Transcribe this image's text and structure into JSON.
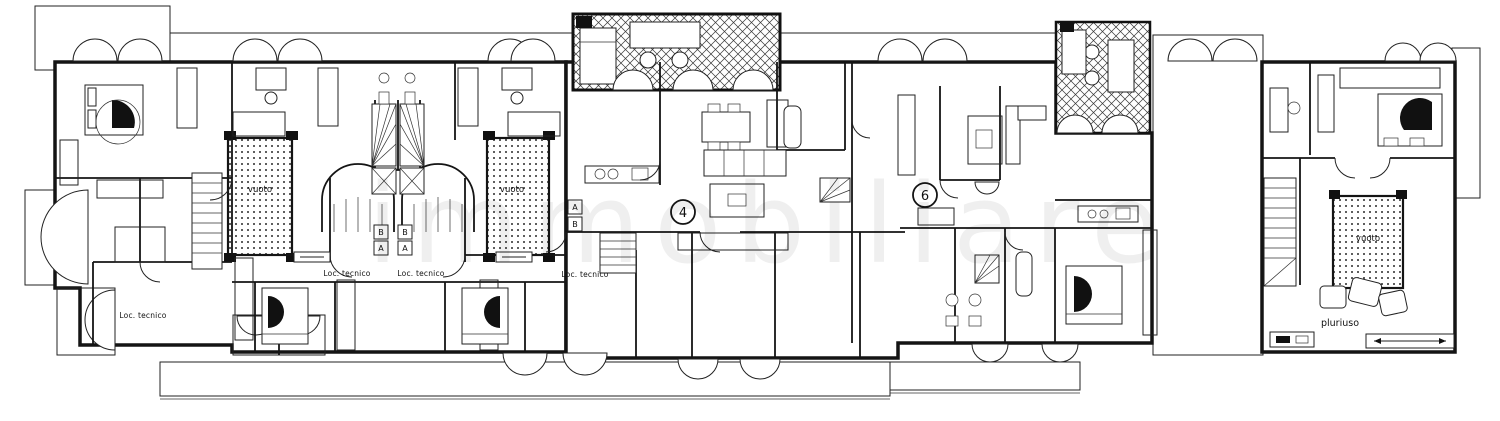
{
  "document": {
    "type": "architectural floor plan",
    "language": "Italian"
  },
  "watermark": {
    "text": "immobiliare"
  },
  "labels": {
    "loc_tecnico": "Loc. tecnico",
    "vuoto": "vuoto",
    "pluriuso": "pluriuso"
  },
  "units": {
    "unit4": "4",
    "unit6": "6"
  },
  "markers": {
    "a": "A",
    "b": "B"
  },
  "colors": {
    "background": "#ffffff",
    "line": "#141414",
    "deck_hatch": "#707070",
    "terrace_hatch": "#3a3a3a",
    "vuoto_dots": "#2a2a2a",
    "watermark": "#000000"
  }
}
